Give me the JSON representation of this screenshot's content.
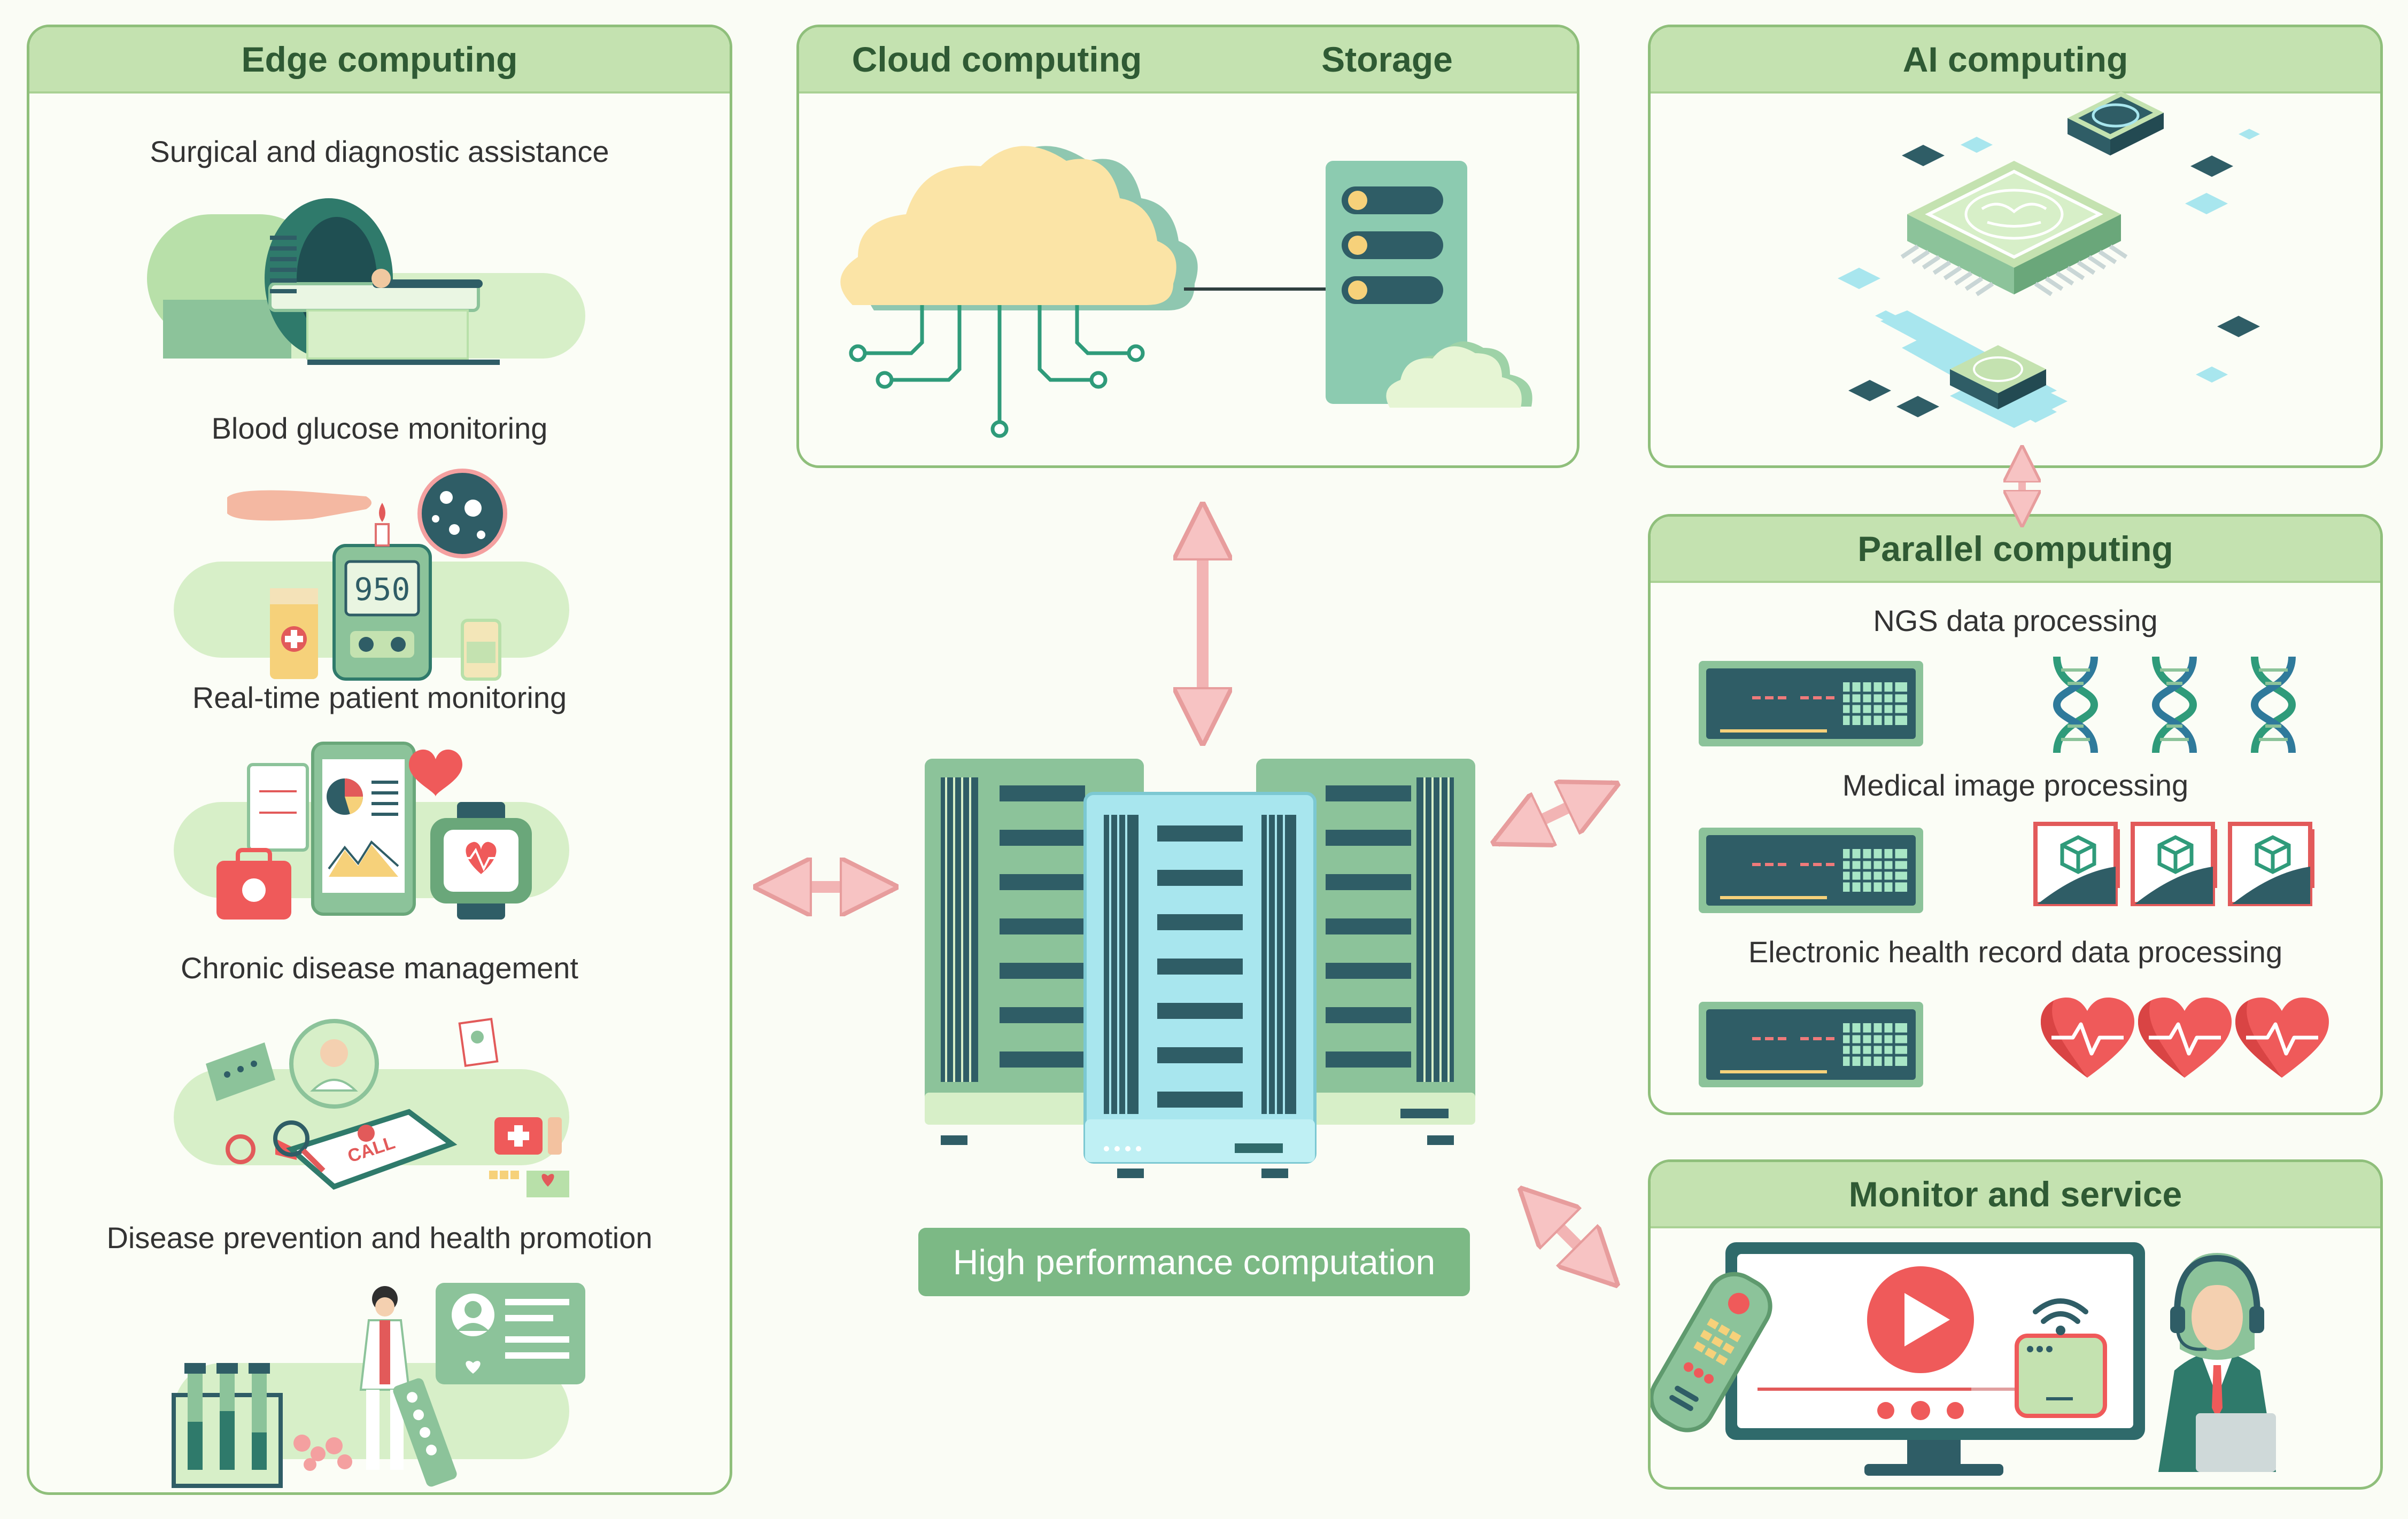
{
  "edge": {
    "title": "Edge computing",
    "items": [
      {
        "label": "Surgical and diagnostic assistance",
        "icon": "mri-scanner-icon"
      },
      {
        "label": "Blood glucose monitoring",
        "icon": "glucose-meter-icon"
      },
      {
        "label": "Real-time patient monitoring",
        "icon": "patient-monitor-icon"
      },
      {
        "label": "Chronic disease management",
        "icon": "telemedicine-icon"
      },
      {
        "label": "Disease prevention and health promotion",
        "icon": "health-promotion-icon"
      }
    ],
    "meter_reading": "950"
  },
  "cloud": {
    "title": "Cloud computing",
    "storage_title": "Storage"
  },
  "ai": {
    "title": "AI computing"
  },
  "parallel": {
    "title": "Parallel computing",
    "items": [
      {
        "label": "NGS data processing",
        "icon": "dna-icon"
      },
      {
        "label": "Medical image processing",
        "icon": "medical-image-icon"
      },
      {
        "label": "Electronic health record data processing",
        "icon": "heart-icon"
      }
    ]
  },
  "monitor": {
    "title": "Monitor and service",
    "call_text": "CALL"
  },
  "center": {
    "label": "High performance computation"
  },
  "colors": {
    "panel_border": "#8fbf7b",
    "panel_header": "#c4e2b0",
    "arrow": "#f7c3c3",
    "arrow_stroke": "#e79d9d",
    "server_green": "#8cc39a",
    "server_blue": "#a8e6ee",
    "dark_teal": "#2f5d66"
  }
}
